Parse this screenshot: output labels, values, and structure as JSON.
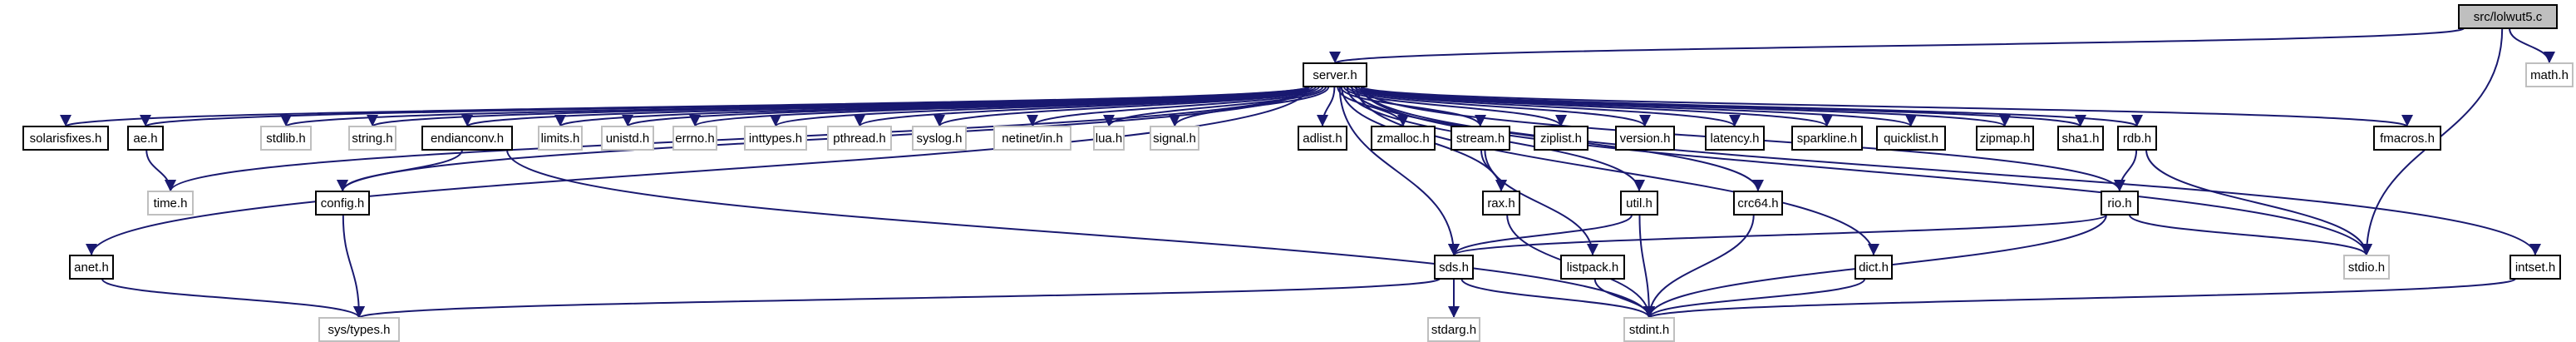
{
  "colors": {
    "edge": "#191970",
    "system_border": "#bfbfbf",
    "root_fill": "#bfbfbf"
  },
  "nodes": {
    "root": "src/lolwut5.c",
    "math": "math.h",
    "server": "server.h",
    "solarisfixes": "solarisfixes.h",
    "ae": "ae.h",
    "stdlib": "stdlib.h",
    "string": "string.h",
    "endianconv": "endianconv.h",
    "limits": "limits.h",
    "unistd": "unistd.h",
    "errno": "errno.h",
    "inttypes": "inttypes.h",
    "pthread": "pthread.h",
    "syslog": "syslog.h",
    "netinet": "netinet/in.h",
    "lua": "lua.h",
    "signal": "signal.h",
    "adlist": "adlist.h",
    "zmalloc": "zmalloc.h",
    "stream": "stream.h",
    "ziplist": "ziplist.h",
    "version": "version.h",
    "latency": "latency.h",
    "sparkline": "sparkline.h",
    "quicklist": "quicklist.h",
    "zipmap": "zipmap.h",
    "sha1": "sha1.h",
    "rdb": "rdb.h",
    "fmacros": "fmacros.h",
    "time": "time.h",
    "config": "config.h",
    "rax": "rax.h",
    "util": "util.h",
    "crc64": "crc64.h",
    "rio": "rio.h",
    "anet": "anet.h",
    "listpack": "listpack.h",
    "sds": "sds.h",
    "dict": "dict.h",
    "stdio": "stdio.h",
    "intset": "intset.h",
    "systypes": "sys/types.h",
    "stdarg": "stdarg.h",
    "stdint": "stdint.h"
  }
}
